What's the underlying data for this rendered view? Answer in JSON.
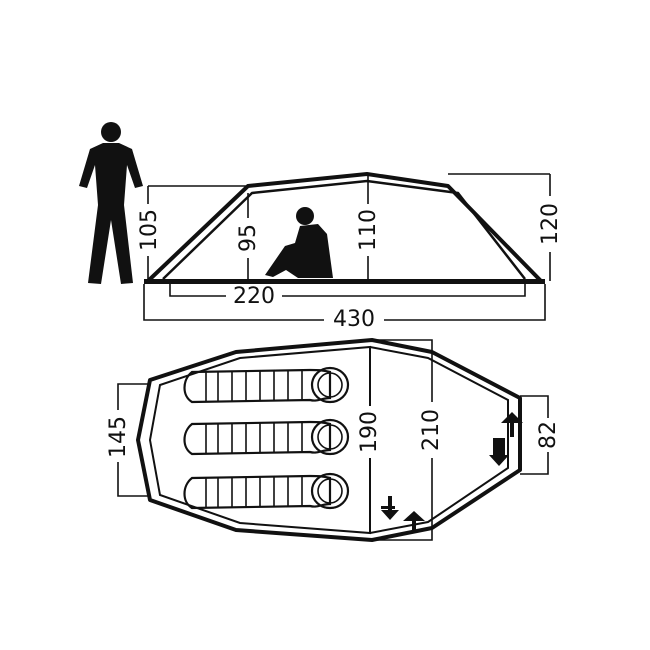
{
  "side_view": {
    "height_left": "105",
    "height_inner": "95",
    "height_peak": "110",
    "height_right": "120",
    "inner_length": "220",
    "total_length": "430"
  },
  "top_view": {
    "width_rear": "145",
    "sleeping_length": "190",
    "total_width": "210",
    "width_front": "82"
  },
  "colors": {
    "line": "#111111",
    "background": "#ffffff"
  },
  "icons": [
    "standing-person-icon",
    "sitting-person-icon",
    "sleeping-bag-icon",
    "entrance-arrows-icon"
  ]
}
